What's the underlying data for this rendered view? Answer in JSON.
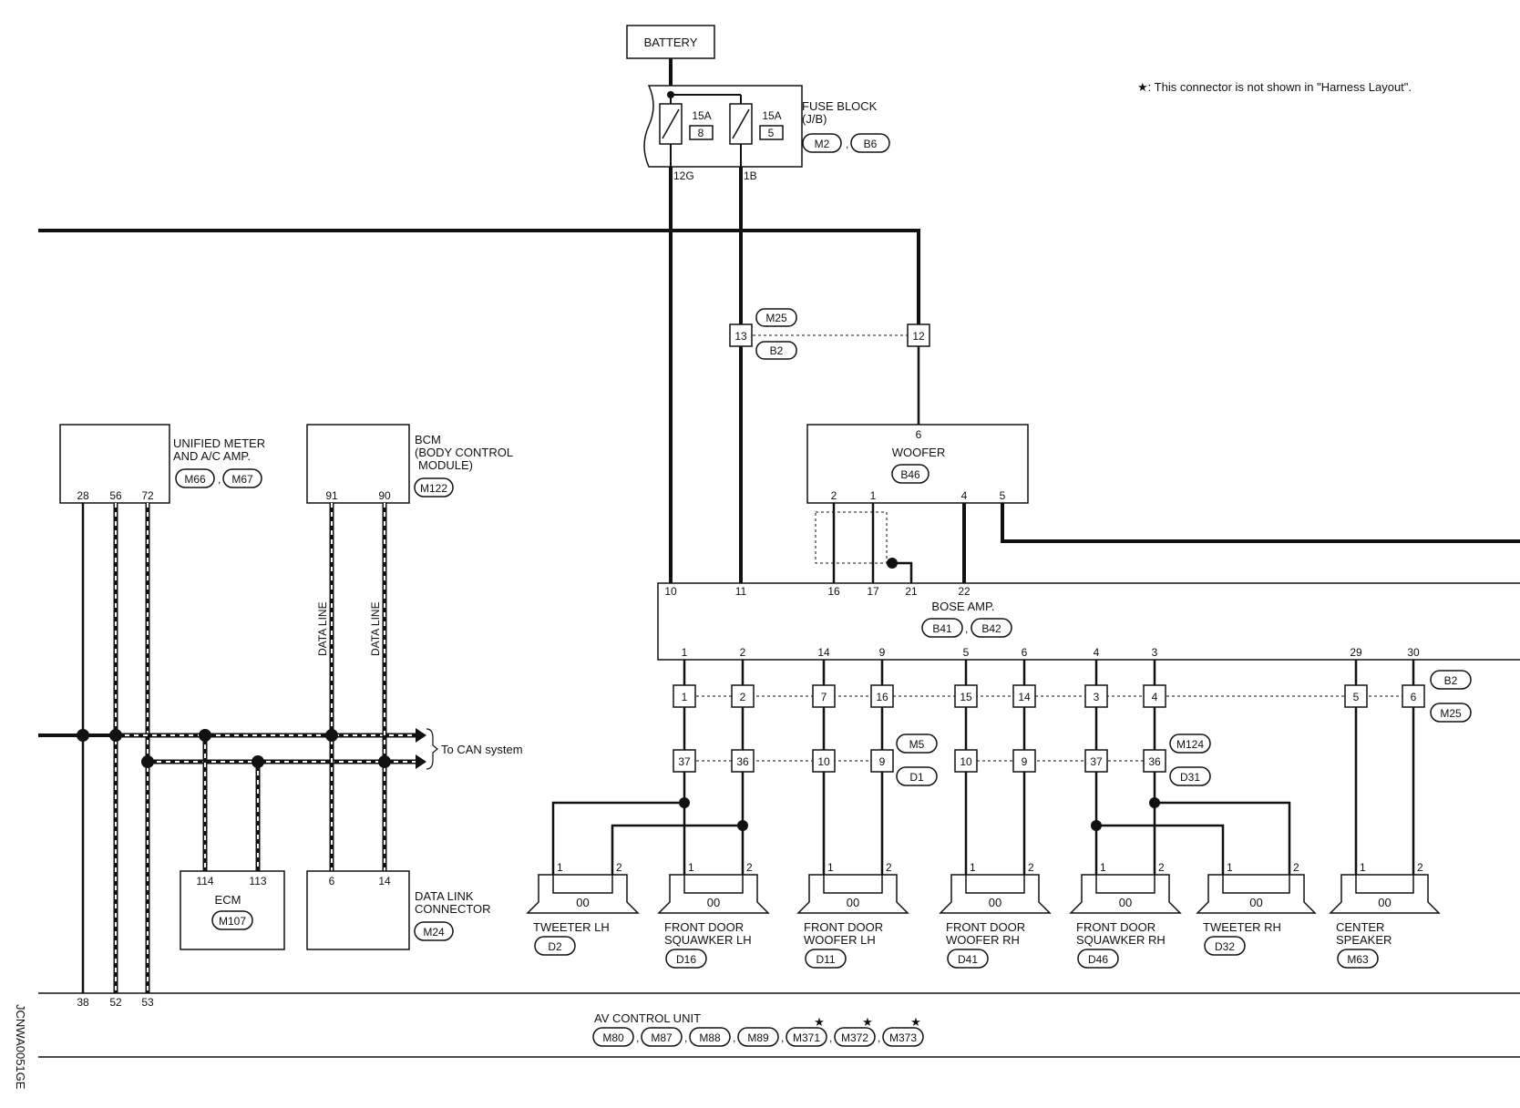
{
  "note": "★: This connector is not shown in \"Harness Layout\".",
  "side_code": "JCNWA0051GE",
  "battery": "BATTERY",
  "fuse_block": {
    "label": [
      "FUSE BLOCK",
      "(J/B)"
    ],
    "connectors": [
      "M2",
      "B6"
    ],
    "fuses": [
      {
        "rating": "15A",
        "number": "8",
        "pin": "12G"
      },
      {
        "rating": "15A",
        "number": "5",
        "pin": "1B"
      }
    ]
  },
  "joint": {
    "top": "M25",
    "bottom": "B2",
    "pins": [
      "13",
      "12"
    ]
  },
  "unified_meter": {
    "label": [
      "UNIFIED METER",
      "AND A/C AMP."
    ],
    "connectors": [
      "M66",
      "M67"
    ],
    "pins": [
      "28",
      "56",
      "72"
    ]
  },
  "bcm": {
    "label": [
      "BCM",
      "(BODY CONTROL",
      "MODULE)"
    ],
    "connectors": [
      "M122"
    ],
    "pins": [
      "91",
      "90"
    ],
    "line_labels": [
      "DATA LINE",
      "DATA LINE"
    ]
  },
  "can_label": "To CAN system",
  "ecm": {
    "label": "ECM",
    "connector": "M107",
    "pins": [
      "114",
      "113"
    ]
  },
  "data_link": {
    "label": [
      "DATA LINK",
      "CONNECTOR"
    ],
    "connector": "M24",
    "pins": [
      "6",
      "14"
    ]
  },
  "woofer": {
    "label": "WOOFER",
    "connector": "B46",
    "pin_top": "6",
    "pins": [
      "2",
      "1",
      "4",
      "5"
    ]
  },
  "bose_amp": {
    "label": "BOSE AMP.",
    "connectors": [
      "B41",
      "B42"
    ],
    "top_pins": [
      "10",
      "11",
      "16",
      "17",
      "21",
      "22"
    ],
    "bottom_pins": [
      "1",
      "2",
      "14",
      "9",
      "5",
      "6",
      "4",
      "3",
      "29",
      "30"
    ]
  },
  "row1": {
    "pins": [
      "1",
      "2",
      "7",
      "16",
      "15",
      "14",
      "3",
      "4",
      "5",
      "6"
    ],
    "connectors": [
      "B2",
      "M25"
    ]
  },
  "row2": {
    "pins": [
      "37",
      "36",
      "10",
      "9",
      "10",
      "9",
      "37",
      "36"
    ],
    "connectors": [
      "M5",
      "D1",
      "M124",
      "D31"
    ]
  },
  "speakers": [
    {
      "label": [
        "TWEETER LH"
      ],
      "connector": "D2"
    },
    {
      "label": [
        "FRONT DOOR",
        "SQUAWKER LH"
      ],
      "connector": "D16"
    },
    {
      "label": [
        "FRONT DOOR",
        "WOOFER LH"
      ],
      "connector": "D11"
    },
    {
      "label": [
        "FRONT DOOR",
        "WOOFER RH"
      ],
      "connector": "D41"
    },
    {
      "label": [
        "FRONT DOOR",
        "SQUAWKER RH"
      ],
      "connector": "D46"
    },
    {
      "label": [
        "TWEETER RH"
      ],
      "connector": "D32"
    },
    {
      "label": [
        "CENTER",
        "SPEAKER"
      ],
      "connector": "M63"
    }
  ],
  "speaker_pins": [
    "1",
    "2"
  ],
  "speaker_coil": "00",
  "av_unit": {
    "label": "AV CONTROL UNIT",
    "connectors": [
      "M80",
      "M87",
      "M88",
      "M89",
      "M371",
      "M372",
      "M373"
    ],
    "star": "★",
    "pins": [
      "38",
      "52",
      "53"
    ]
  }
}
